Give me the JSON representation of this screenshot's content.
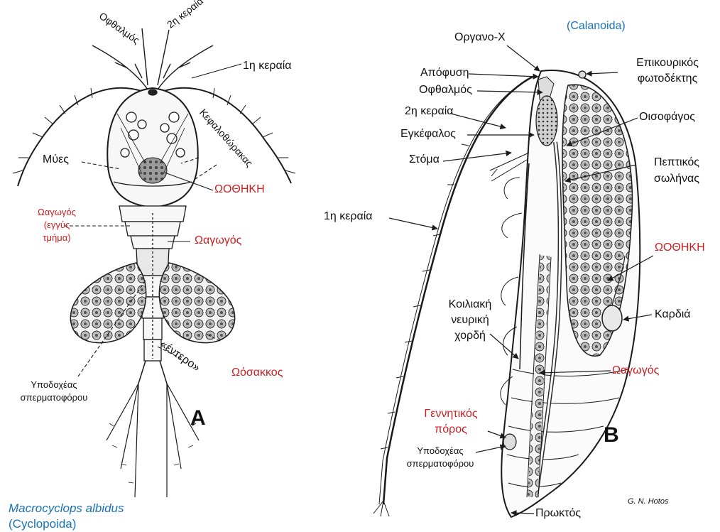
{
  "colors": {
    "label": "#111111",
    "highlight": "#cc1f1f",
    "taxon": "#1a73b8",
    "line": "#1a1a1a"
  },
  "panel_a": {
    "letter": "A",
    "species": "Macrocyclops albidus",
    "order": "(Cyclopoida)",
    "labels": {
      "eye": "Οφθαλμός",
      "antenna2": "2η κεραία",
      "antenna1": "1η κεραία",
      "cephalothorax": "Κεφαλοθώρακας",
      "muscles": "Μύες",
      "ovary": "ΩΟΘΗΚΗ",
      "oviduct_near_1": "Ωαγωγός",
      "oviduct_near_2": "(εγγύς",
      "oviduct_near_3": "τμήμα)",
      "oviduct": "Ωαγωγός",
      "gut": "«έντερο»",
      "egg_sac": "Ωόσακκος",
      "receptacle_1": "Υποδοχέας",
      "receptacle_2": "σπερματοφόρου"
    }
  },
  "panel_b": {
    "letter": "B",
    "order": "(Calanoida)",
    "credit": "G. N. Hotos",
    "labels": {
      "organ_x": "Οργανο-Χ",
      "process": "Απόφυση",
      "eye": "Οφθαλμός",
      "antenna2": "2η κεραία",
      "brain": "Εγκέφαλος",
      "mouth": "Στόμα",
      "antenna1": "1η κεραία",
      "photo_1": "Επικουρικός",
      "photo_2": "φωτοδέκτης",
      "esophagus": "Οισοφάγος",
      "gut_1": "Πεπτικός",
      "gut_2": "σωλήνας",
      "ovary": "ΩΟΘΗΚΗ",
      "heart": "Καρδιά",
      "nerve_1": "Κοιλιακή",
      "nerve_2": "νευρική",
      "nerve_3": "χορδή",
      "oviduct": "Ωαγωγός",
      "genital_1": "Γεννητικός",
      "genital_2": "πόρος",
      "receptacle_1": "Υποδοχέας",
      "receptacle_2": "σπερματοφόρου",
      "anus": "Πρωκτός"
    }
  }
}
